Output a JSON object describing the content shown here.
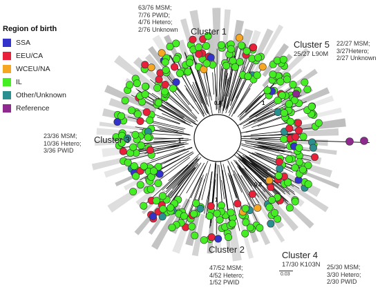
{
  "legend": {
    "title": "Region of birth",
    "items": [
      {
        "label": "SSA",
        "color": "#3333cc"
      },
      {
        "label": "EEU/CA",
        "color": "#e8203a"
      },
      {
        "label": "WCEU/NA",
        "color": "#f5a623"
      },
      {
        "label": "IL",
        "color": "#44ee22"
      },
      {
        "label": "Other/Unknown",
        "color": "#2a8f8f"
      },
      {
        "label": "Reference",
        "color": "#8e2a8e"
      }
    ]
  },
  "clusters": [
    {
      "name": "Cluster 1",
      "composition": [
        "63/76 MSM;",
        "7/76 PWID;",
        "4/76 Hetero;",
        "2/76 Unknown"
      ],
      "mutation": ""
    },
    {
      "name": "Cluster 2",
      "composition": [
        "47/52 MSM;",
        "4/52 Hetero;",
        "1/52 PWID"
      ],
      "mutation": ""
    },
    {
      "name": "Cluster 3",
      "composition": [
        "23/36 MSM;",
        "10/36 Hetero;",
        "3/36 PWID"
      ],
      "mutation": ""
    },
    {
      "name": "Cluster 4",
      "composition": [
        "25/30 MSM;",
        "3/30 Hetero;",
        "2/30 PWID"
      ],
      "mutation": "17/30 K103N"
    },
    {
      "name": "Cluster 5",
      "composition": [
        "22/27 MSM;",
        "3/27Hetero;",
        "2/27 Unknown"
      ],
      "mutation": "25/27 L90M"
    }
  ],
  "bootstrap_labels": [
    "0.8",
    "1",
    "1",
    "0.8",
    "1"
  ],
  "scale_bar": "0.03"
}
